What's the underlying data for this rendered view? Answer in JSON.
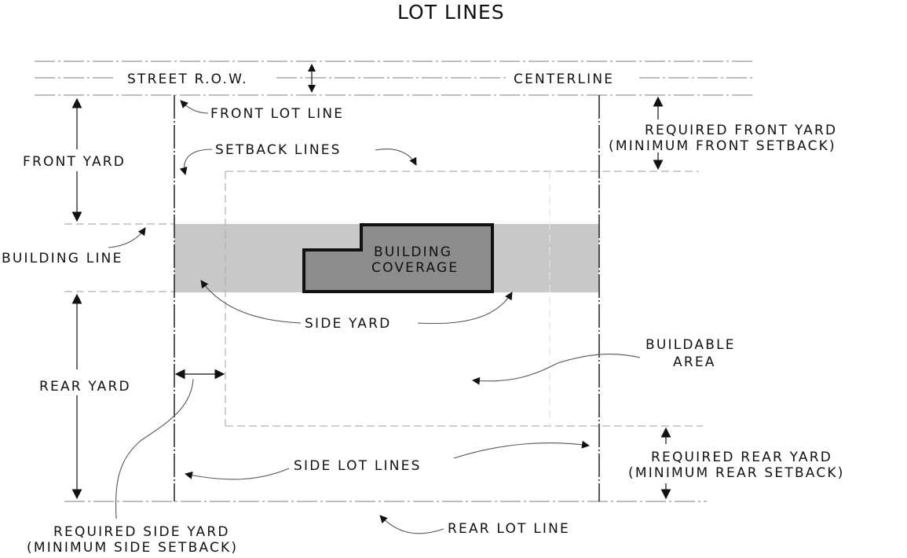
{
  "title": "LOT LINES",
  "labels": {
    "street_row": "STREET R.O.W.",
    "centerline": "CENTERLINE",
    "front_lot_line": "FRONT LOT LINE",
    "setback_lines": "SETBACK LINES",
    "front_yard": "FRONT YARD",
    "required_front_yard_1": "REQUIRED FRONT YARD",
    "required_front_yard_2": "(MINIMUM FRONT SETBACK)",
    "building_line": "BUILDING LINE",
    "building_coverage_1": "BUILDING",
    "building_coverage_2": "COVERAGE",
    "side_yard": "SIDE YARD",
    "buildable_area_1": "BUILDABLE",
    "buildable_area_2": "AREA",
    "rear_yard": "REAR YARD",
    "side_lot_lines": "SIDE LOT LINES",
    "required_rear_yard_1": "REQUIRED REAR YARD",
    "required_rear_yard_2": "(MINIMUM REAR SETBACK)",
    "required_side_yard_1": "REQUIRED SIDE YARD",
    "required_side_yard_2": "(MINIMUM SIDE SETBACK)",
    "rear_lot_line": "REAR LOT LINE"
  },
  "colors": {
    "ink": "#111111",
    "building_fill": "#8c8c8c",
    "side_yard_band": "#c8c8c8",
    "guide_line": "#a8a8a8"
  }
}
